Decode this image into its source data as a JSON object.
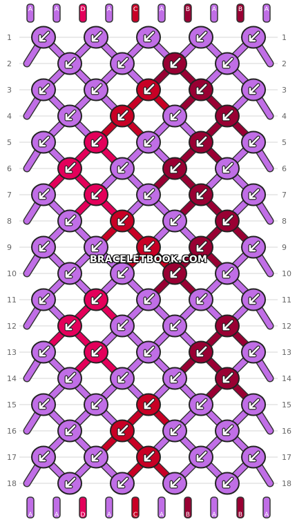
{
  "colors": {
    "A": "#c06ee6",
    "B": "#990033",
    "C": "#c80025",
    "D": "#e3005a"
  },
  "strings_top": [
    "A",
    "A",
    "D",
    "A",
    "C",
    "A",
    "B",
    "A",
    "B",
    "A"
  ],
  "strings_bottom": [
    "A",
    "A",
    "D",
    "A",
    "C",
    "A",
    "B",
    "A",
    "B",
    "A"
  ],
  "row_numbers": [
    "1",
    "2",
    "3",
    "4",
    "5",
    "6",
    "7",
    "8",
    "9",
    "10",
    "11",
    "12",
    "13",
    "14",
    "15",
    "16",
    "17",
    "18"
  ],
  "knots": [
    [
      "A",
      "A",
      "A",
      "A",
      "A"
    ],
    [
      "A",
      "A",
      "B",
      "A"
    ],
    [
      "A",
      "A",
      "C",
      "B",
      "A"
    ],
    [
      "A",
      "C",
      "A",
      "B"
    ],
    [
      "A",
      "D",
      "A",
      "B",
      "A"
    ],
    [
      "D",
      "A",
      "B",
      "A"
    ],
    [
      "A",
      "D",
      "A",
      "B",
      "A"
    ],
    [
      "A",
      "C",
      "A",
      "B"
    ],
    [
      "A",
      "A",
      "C",
      "B",
      "A"
    ],
    [
      "A",
      "A",
      "B",
      "A"
    ],
    [
      "A",
      "D",
      "A",
      "A",
      "A"
    ],
    [
      "D",
      "A",
      "A",
      "B"
    ],
    [
      "A",
      "D",
      "A",
      "B",
      "A"
    ],
    [
      "A",
      "A",
      "A",
      "B"
    ],
    [
      "A",
      "A",
      "C",
      "A",
      "A"
    ],
    [
      "A",
      "C",
      "A",
      "A"
    ],
    [
      "A",
      "A",
      "C",
      "A",
      "A"
    ],
    [
      "A",
      "A",
      "A",
      "A"
    ]
  ],
  "watermark": "BRACELETBOOK.COM"
}
